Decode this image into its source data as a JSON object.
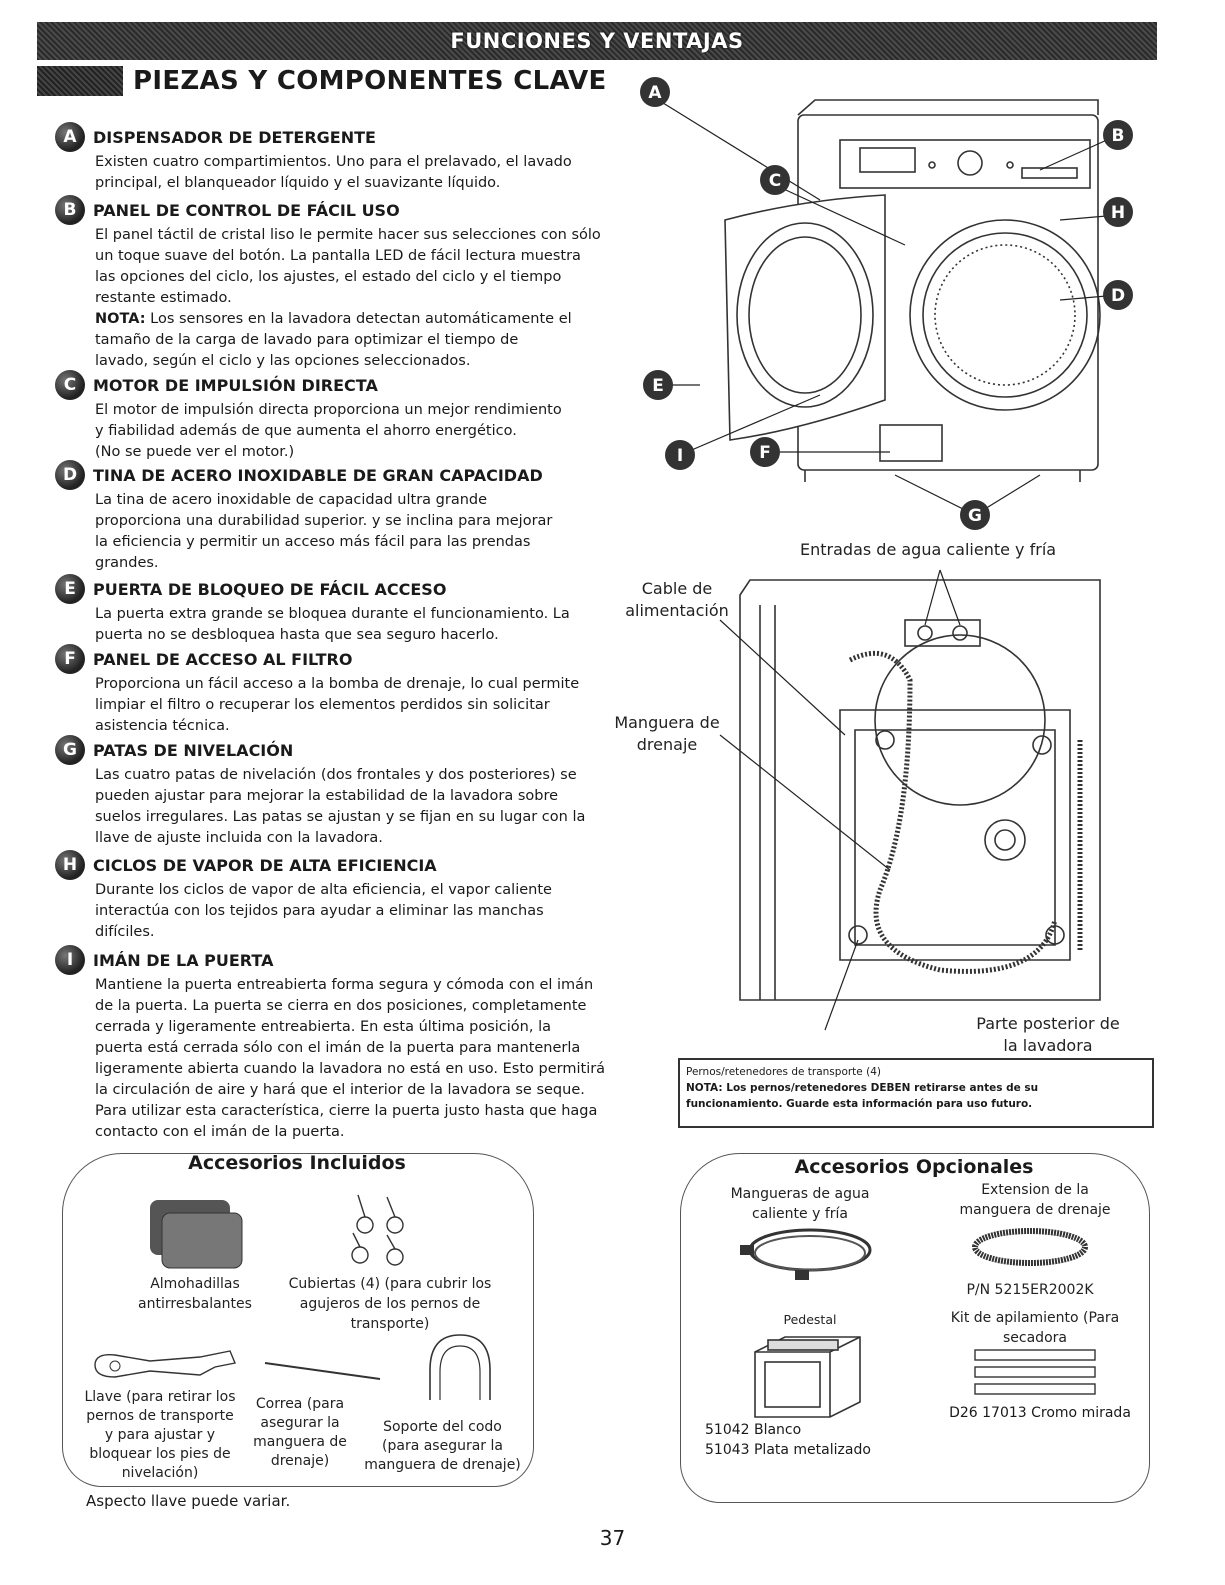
{
  "banner": "FUNCIONES Y VENTAJAS",
  "section_title": "PIEZAS Y COMPONENTES CLAVE",
  "items": [
    {
      "letter": "A",
      "title": "DISPENSADOR DE DETERGENTE",
      "lines": [
        "Existen cuatro compartimientos. Uno para el prelavado, el lavado",
        "principal, el blanqueador líquido y el suavizante líquido."
      ]
    },
    {
      "letter": "B",
      "title": "PANEL DE CONTROL DE FÁCIL USO",
      "lines": [
        "El panel táctil de cristal liso le permite hacer sus selecciones con sólo",
        "un toque suave del botón. La pantalla LED de fácil lectura muestra",
        "las opciones del ciclo, los ajustes, el estado del ciclo y el tiempo",
        "restante estimado."
      ],
      "note_label": "NOTA:",
      "note_lines": [
        " Los sensores en la lavadora detectan automáticamente el",
        "tamaño de la carga de lavado para optimizar el tiempo de",
        "lavado, según el ciclo y las opciones seleccionados."
      ]
    },
    {
      "letter": "C",
      "title": "MOTOR DE IMPULSIÓN DIRECTA",
      "lines": [
        "El motor de impulsión directa proporciona un mejor rendimiento",
        "y fiabilidad además de que aumenta el ahorro energético.",
        "(No se puede ver el motor.)"
      ]
    },
    {
      "letter": "D",
      "title": "TINA DE ACERO INOXIDABLE DE GRAN CAPACIDAD",
      "lines": [
        "La tina de acero inoxidable de capacidad ultra grande",
        "proporciona una durabilidad superior. y se inclina para mejorar",
        "la eficiencia y permitir un acceso más fácil para las prendas",
        "grandes."
      ]
    },
    {
      "letter": "E",
      "title": "PUERTA DE BLOQUEO DE FÁCIL ACCESO",
      "lines": [
        "La puerta extra grande se bloquea durante el funcionamiento. La",
        "puerta no se desbloquea hasta que sea seguro hacerlo."
      ]
    },
    {
      "letter": "F",
      "title": "PANEL DE ACCESO AL FILTRO",
      "lines": [
        "Proporciona un fácil acceso a la bomba de drenaje, lo cual permite",
        "limpiar el filtro o recuperar los elementos perdidos sin solicitar",
        " asistencia técnica."
      ]
    },
    {
      "letter": "G",
      "title": "PATAS DE NIVELACIÓN",
      "lines": [
        "Las cuatro patas de nivelación (dos frontales y dos posteriores) se",
        "pueden ajustar para mejorar la estabilidad de la lavadora sobre",
        "suelos irregulares. Las patas se ajustan y se fijan en su lugar con la",
        "llave de ajuste incluida con la lavadora."
      ]
    },
    {
      "letter": "H",
      "title": "CICLOS DE VAPOR DE ALTA EFICIENCIA",
      "lines": [
        "Durante los ciclos de vapor de alta eficiencia, el vapor caliente",
        "interactúa con los tejidos para ayudar a eliminar las manchas",
        "difíciles."
      ]
    },
    {
      "letter": "I",
      "title": "IMÁN DE LA PUERTA",
      "lines": [
        "Mantiene la puerta entreabierta forma segura y cómoda con el imán",
        "de la puerta. La puerta se cierra en dos posiciones, completamente",
        "cerrada y ligeramente entreabierta. En esta última posición, la",
        "puerta está cerrada sólo con el imán de la puerta para mantenerla",
        "ligeramente abierta cuando la lavadora no está en uso. Esto permitirá",
        "la circulación de aire y hará que el interior de la lavadora se seque.",
        "Para utilizar esta característica, cierre la puerta justo hasta que haga",
        "contacto con el imán de la puerta."
      ]
    }
  ],
  "diagram_letters": [
    "A",
    "B",
    "C",
    "H",
    "D",
    "E",
    "I",
    "F",
    "G"
  ],
  "rear": {
    "inlets": "Entradas de agua caliente y fría",
    "power_cord": [
      "Cable de",
      "alimentación"
    ],
    "drain_hose": [
      "Manguera de",
      "drenaje"
    ],
    "rear_label": [
      "Parte posterior de",
      "la lavadora"
    ]
  },
  "shipping": {
    "line1": "Pernos/retenedores de transporte (4)",
    "note_label": "NOTA:",
    "note_text": " Los pernos/retenedores DEBEN retirarse antes de su",
    "line3": "funcionamiento. Guarde esta información para uso futuro."
  },
  "included": {
    "title": "Accesorios Incluidos",
    "pads": [
      "Almohadillas",
      "antirresbalantes"
    ],
    "caps": [
      "Cubiertas (4) (para cubrir los",
      "agujeros de los pernos de",
      "transporte)"
    ],
    "wrench": [
      "Llave (para retirar los",
      "pernos de transporte",
      "y para ajustar y",
      "bloquear los pies de",
      "nivelación)"
    ],
    "strap": [
      "Correa (para",
      "asegurar la",
      "manguera de",
      "drenaje)"
    ],
    "elbow": [
      "Soporte del codo",
      "(para asegurar la",
      "manguera de drenaje)"
    ],
    "footnote": "Aspecto llave puede variar."
  },
  "optional": {
    "title": "Accesorios Opcionales",
    "hoses": [
      "Mangueras de agua",
      "caliente y fría"
    ],
    "extension": [
      "Extension de la",
      "manguera de drenaje"
    ],
    "extension_pn": "P/N 5215ER2002K",
    "pedestal": "Pedestal",
    "pedestal_codes": [
      "51042 Blanco",
      "51043 Plata metalizado"
    ],
    "stack": [
      "Kit de apilamiento (Para",
      "secadora"
    ],
    "stack_code": "D26 17013 Cromo mirada"
  },
  "page_number": "37"
}
